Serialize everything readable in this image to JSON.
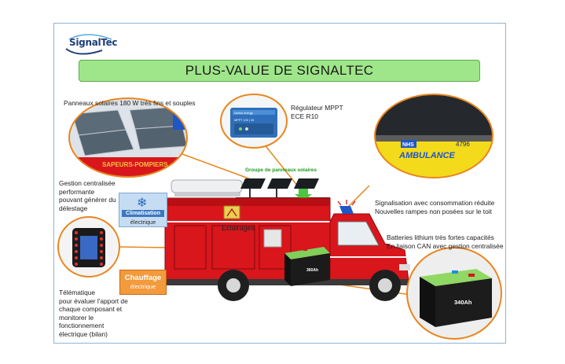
{
  "logo": {
    "text": "SignalTec"
  },
  "banner": {
    "title": "PLUS-VALUE DE SIGNALTEC"
  },
  "callouts": {
    "solar": "Panneaux solaires 180 W très fins et souples",
    "mppt_line1": "Régulateur MPPT",
    "mppt_line2": "ECE R10",
    "gestion_lines": [
      "Gestion centralisée",
      "performante",
      "pouvant générer du",
      "délestage"
    ],
    "signal_line1": "Signalisation avec consommation réduite",
    "signal_line2": "Nouvelles rampes non posées sur le toit",
    "batt_line1": "Batteries lithium très fortes capacités",
    "batt_line2": "En liaison CAN avec gestion centralisée",
    "tele_lines": [
      "Télématique",
      "pour évaluer l'apport de",
      "chaque composant et",
      "monitorer le",
      "fonctionnement",
      "électrique (bilan)"
    ]
  },
  "labels": {
    "panel_group": "Groupe de panneaux solaires",
    "eclairages": "Eclairages",
    "clim_t1": "Climatisation",
    "clim_t2": "électrique",
    "chauf_t1": "Chauffage",
    "chauf_t2": "électrique",
    "battery_small": "360Ah",
    "battery_big": "340Ah",
    "ambulance": "AMBULANCE",
    "ambulance_num": "4796",
    "ambulance_logo": "NHS",
    "pompiers": "SAPEURS-POMPIERS",
    "regulator_brand": "victron energy",
    "regulator_model": "MPPT 100 | 30"
  },
  "colors": {
    "accent_orange": "#e8861e",
    "truck_red": "#d8161c",
    "banner_green": "#9fe68a",
    "label_green": "#1e9a1e"
  }
}
